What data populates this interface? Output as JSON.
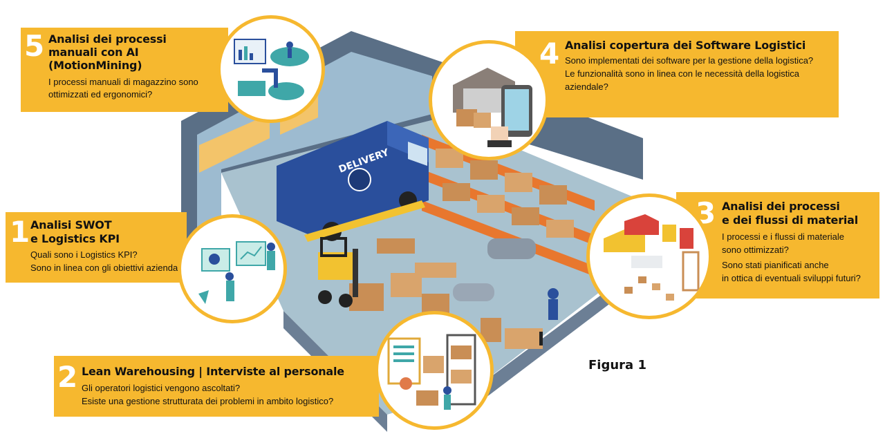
{
  "figure_label": "Figura 1",
  "panels": [
    {
      "number": "5",
      "title_lines": [
        "Analisi dei processi",
        "manuali con AI",
        "(MotionMining)"
      ],
      "body_lines": [
        "I processi manuali di magazzino sono",
        "ottimizzati ed ergonomici?"
      ]
    },
    {
      "number": "4",
      "title_lines": [
        "Analisi copertura dei Software Logistici"
      ],
      "body_lines": [
        "Sono implementati dei software per la gestione della logistica?",
        "Le funzionalità sono in linea con le necessità della logistica",
        "aziendale?"
      ]
    },
    {
      "number": "1",
      "title_lines": [
        "Analisi SWOT",
        "e Logistics KPI"
      ],
      "body_lines": [
        "Quali sono i Logistics KPI?",
        "Sono in linea con gli obiettivi aziendali?"
      ]
    },
    {
      "number": "3",
      "title_lines": [
        "Analisi dei processi",
        "e dei flussi di material"
      ],
      "body_lines": [
        "I processi e i flussi di materiale",
        "sono ottimizzati?",
        "Sono stati pianificati anche",
        "in ottica di eventuali sviluppi futuri?"
      ]
    },
    {
      "number": "2",
      "title_lines": [
        "Lean Warehousing | Interviste al personale"
      ],
      "body_lines": [
        "Gli operatori logistici vengono ascoltati?",
        "Esiste una gestione strutturata dei problemi in ambito logistico?"
      ]
    }
  ],
  "scene": {
    "van_label": "DELIVERY"
  },
  "colors": {
    "accent_yellow": "#f6b82f",
    "floor": "#a9c2cf",
    "wall": "#5a6f86",
    "wall_inner": "#9dbbd0",
    "van_blue": "#2a4f9c"
  }
}
